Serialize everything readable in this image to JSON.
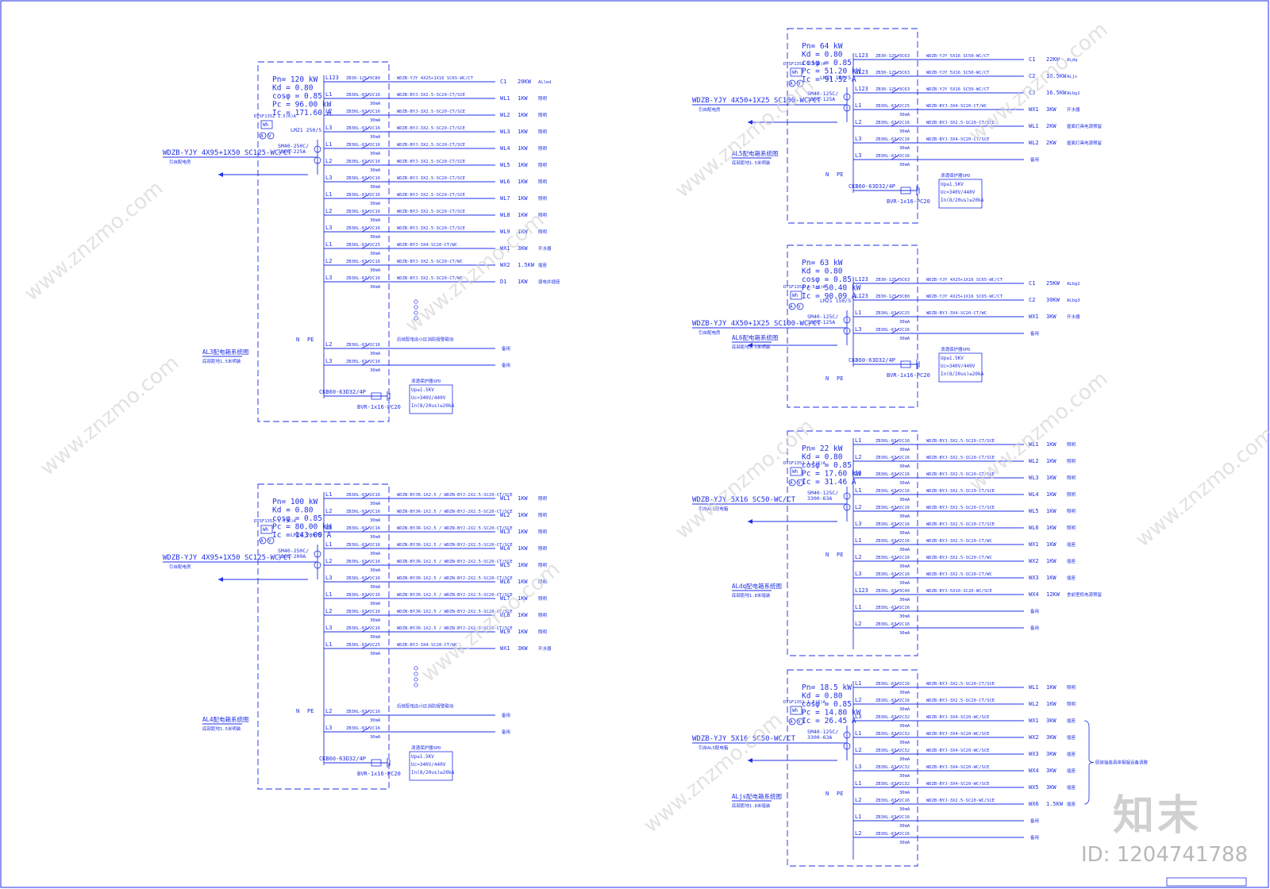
{
  "colors": {
    "line": "#1f2fe6",
    "bg": "#ffffff"
  },
  "watermark": {
    "logo": "知末",
    "id": "ID: 1204741788",
    "site": "www.znzmo.com"
  },
  "panels": [
    {
      "id": "AL3",
      "params": [
        "Pn= 120 kW",
        "Kd = 0.80",
        "cosφ = 0.85",
        "Pc = 96.00 kW",
        "Ic = 171.60 A"
      ],
      "feeder": "WDZB-YJY 4X95+1X50 SC125-WC/CT",
      "feeder_sub": "引自配电房",
      "main_switch": [
        "SM40-250C/",
        "3300-225A"
      ],
      "meter": "DTSF1352 1.5(6)A",
      "ct": "LMZ1 250/5",
      "title": "AL3配电箱系统图",
      "title_sub": "底部距地1.5米明装",
      "note": "后续配电由小区消防报警联动",
      "circuits": [
        {
          "phase": "L123",
          "breaker": "ZB30-125/3C80",
          "rcd": "",
          "cable": "WDZB-YJY 4X25+1X16 SC65-WC/CT",
          "code": "C1",
          "power": "20KW",
          "use": "ALled"
        },
        {
          "phase": "L1",
          "breaker": "ZB30L-63/2C16",
          "rcd": "30mA",
          "cable": "WDZB-BYJ-3X2.5-SC20-CT/SCE",
          "code": "WL1",
          "power": "1KW",
          "use": "照明"
        },
        {
          "phase": "L2",
          "breaker": "ZB30L-63/2C16",
          "rcd": "30mA",
          "cable": "WDZB-BYJ-3X2.5-SC20-CT/SCE",
          "code": "WL2",
          "power": "1KW",
          "use": "照明"
        },
        {
          "phase": "L3",
          "breaker": "ZB30L-63/2C16",
          "rcd": "30mA",
          "cable": "WDZB-BYJ-3X2.5-SC20-CT/SCE",
          "code": "WL3",
          "power": "1KW",
          "use": "照明"
        },
        {
          "phase": "L1",
          "breaker": "ZB30L-63/2C16",
          "rcd": "30mA",
          "cable": "WDZB-BYJ-3X2.5-SC20-CT/SCE",
          "code": "WL4",
          "power": "1KW",
          "use": "照明"
        },
        {
          "phase": "L2",
          "breaker": "ZB30L-63/2C16",
          "rcd": "30mA",
          "cable": "WDZB-BYJ-3X2.5-SC20-CT/SCE",
          "code": "WL5",
          "power": "1KW",
          "use": "照明"
        },
        {
          "phase": "L3",
          "breaker": "ZB30L-63/2C16",
          "rcd": "30mA",
          "cable": "WDZB-BYJ-3X2.5-SC20-CT/SCE",
          "code": "WL6",
          "power": "1KW",
          "use": "照明"
        },
        {
          "phase": "L1",
          "breaker": "ZB30L-63/2C16",
          "rcd": "30mA",
          "cable": "WDZB-BYJ-3X2.5-SC20-CT/SCE",
          "code": "WL7",
          "power": "1KW",
          "use": "照明"
        },
        {
          "phase": "L2",
          "breaker": "ZB30L-63/2C16",
          "rcd": "30mA",
          "cable": "WDZB-BYJ-3X2.5-SC20-CT/SCE",
          "code": "WL8",
          "power": "1KW",
          "use": "照明"
        },
        {
          "phase": "L3",
          "breaker": "ZB30L-63/2C16",
          "rcd": "30mA",
          "cable": "WDZB-BYJ-3X2.5-SC20-CT/SCE",
          "code": "WL9",
          "power": "1KW",
          "use": "照明"
        },
        {
          "phase": "L1",
          "breaker": "ZB30L-63/2C25",
          "rcd": "30mA",
          "cable": "WDZB-BYJ-3X4-SC20-CT/WC",
          "code": "WX1",
          "power": "3KW",
          "use": "开水器"
        },
        {
          "phase": "L2",
          "breaker": "ZB30L-63/2C16",
          "rcd": "30mA",
          "cable": "WDZB-BYJ-3X2.5-SC20-CT/WC",
          "code": "WX2",
          "power": "1.5KW",
          "use": "插座"
        },
        {
          "phase": "L3",
          "breaker": "ZB30L-63/2C16",
          "rcd": "30mA",
          "cable": "WDZB-BYJ-3X2.5-SC20-CT/WC",
          "code": "D1",
          "power": "1KW",
          "use": "弱电井插座"
        }
      ],
      "spares": [
        {
          "phase": "L2",
          "breaker": "ZB30L-63/2C16",
          "rcd": "30mA",
          "use": "备用"
        },
        {
          "phase": "L3",
          "breaker": "ZB30L-63/2C16",
          "rcd": "30mA",
          "use": "备用"
        }
      ],
      "spd": {
        "breaker": "CKB60-63D32/4P",
        "cable": "BVR-1x16-PC20",
        "title": "浪涌保护器SPD",
        "lines": [
          "Up≤1.5KV",
          "Uc=340V/440V",
          "In(8/20us)≥20kA"
        ]
      }
    },
    {
      "id": "AL4",
      "params": [
        "Pn= 100 kW",
        "Kd = 0.80",
        "cosφ = 0.85",
        "Pc = 80.00 kW",
        "Ic = 143.00 A"
      ],
      "feeder": "WDZB-YJY 4X95+1X50 SC125-WC/CT",
      "feeder_sub": "引自配电房",
      "main_switch": [
        "SM40-250C/",
        "3300-200A"
      ],
      "meter": "DTSF1352 1.5(6)A",
      "ct": "LMZ1 200/5",
      "title": "AL4配电箱系统图",
      "title_sub": "底部距地1.5米明装",
      "note": "后续配电由小区消防报警联动",
      "circuits": [
        {
          "phase": "L1",
          "breaker": "ZB30L-63/2C16",
          "rcd": "30mA",
          "cable": "WDZN-BYJR-1X2.5 / WDZN-BYJ-2X2.5-SC20-CT/SCE",
          "code": "WL1",
          "power": "1KW",
          "use": "照明"
        },
        {
          "phase": "L2",
          "breaker": "ZB30L-63/2C16",
          "rcd": "30mA",
          "cable": "WDZN-BYJR-1X2.5 / WDZN-BYJ-2X2.5-SC20-CT/SCE",
          "code": "WL2",
          "power": "1KW",
          "use": "照明"
        },
        {
          "phase": "L3",
          "breaker": "ZB30L-63/2C16",
          "rcd": "30mA",
          "cable": "WDZN-BYJR-1X2.5 / WDZN-BYJ-2X2.5-SC20-CT/SCE",
          "code": "WL3",
          "power": "1KW",
          "use": "照明"
        },
        {
          "phase": "L1",
          "breaker": "ZB30L-63/2C16",
          "rcd": "30mA",
          "cable": "WDZN-BYJR-1X2.5 / WDZN-BYJ-2X2.5-SC20-CT/SCE",
          "code": "WL4",
          "power": "1KW",
          "use": "照明"
        },
        {
          "phase": "L2",
          "breaker": "ZB30L-63/2C16",
          "rcd": "30mA",
          "cable": "WDZN-BYJR-1X2.5 / WDZN-BYJ-2X2.5-SC20-CT/SCE",
          "code": "WL5",
          "power": "1KW",
          "use": "照明"
        },
        {
          "phase": "L3",
          "breaker": "ZB30L-63/2C16",
          "rcd": "30mA",
          "cable": "WDZN-BYJR-1X2.5 / WDZN-BYJ-2X2.5-SC20-CT/SCE",
          "code": "WL6",
          "power": "1KW",
          "use": "照明"
        },
        {
          "phase": "L1",
          "breaker": "ZB30L-63/2C16",
          "rcd": "30mA",
          "cable": "WDZN-BYJR-1X2.5 / WDZN-BYJ-2X2.5-SC20-CT/SCE",
          "code": "WL7",
          "power": "1KW",
          "use": "照明"
        },
        {
          "phase": "L2",
          "breaker": "ZB30L-63/2C16",
          "rcd": "30mA",
          "cable": "WDZN-BYJR-1X2.5 / WDZN-BYJ-2X2.5-SC20-CT/SCE",
          "code": "WL8",
          "power": "1KW",
          "use": "照明"
        },
        {
          "phase": "L3",
          "breaker": "ZB30L-63/2C16",
          "rcd": "30mA",
          "cable": "WDZN-BYJR-1X2.5 / WDZN-BYJ-2X2.5-SC20-CT/SCE",
          "code": "WL9",
          "power": "1KW",
          "use": "照明"
        },
        {
          "phase": "L1",
          "breaker": "ZB30L-63/2C25",
          "rcd": "30mA",
          "cable": "WDZB-BYJ-3X4-SC20-CT/WC",
          "code": "WX1",
          "power": "3KW",
          "use": "开水器"
        }
      ],
      "spares": [
        {
          "phase": "L2",
          "breaker": "ZB30L-63/2C16",
          "rcd": "30mA",
          "use": "备用"
        },
        {
          "phase": "L3",
          "breaker": "ZB30L-63/2C16",
          "rcd": "30mA",
          "use": "备用"
        }
      ],
      "spd": {
        "breaker": "CKB60-63D32/4P",
        "cable": "BVR-1x16-PC20",
        "title": "浪涌保护器SPD",
        "lines": [
          "Up≤1.5KV",
          "Uc=340V/440V",
          "In(8/20us)≥20kA"
        ]
      }
    },
    {
      "id": "AL5",
      "params": [
        "Pn= 64 kW",
        "Kd = 0.80",
        "cosφ = 0.85",
        "Pc = 51.20 kW",
        "Ic = 91.52 A"
      ],
      "feeder": "WDZB-YJY 4X50+1X25 SC100-WC/CT",
      "feeder_sub": "引自配电房",
      "main_switch": [
        "SM40-125C/",
        "3300-125A"
      ],
      "meter": "DTSF1352 1.5(6)A",
      "ct": "LMZ1 150/5",
      "title": "AL5配电箱系统图",
      "title_sub": "底部距地1.5米明装",
      "note": "",
      "circuits": [
        {
          "phase": "L123",
          "breaker": "ZB30-125/3C63",
          "rcd": "",
          "cable": "WDZB-YJY 5X16 SC50-WC/CT",
          "code": "C1",
          "power": "22KW",
          "use": "ALdq"
        },
        {
          "phase": "L123",
          "breaker": "ZB30-125/3C63",
          "rcd": "",
          "cable": "WDZB-YJY 5X16 SC50-WC/CT",
          "code": "C2",
          "power": "18.5KW",
          "use": "ALjs"
        },
        {
          "phase": "L123",
          "breaker": "ZB30-125/3C63",
          "rcd": "",
          "cable": "WDZB-YJY 5X16 SC50-WC/CT",
          "code": "C3",
          "power": "16.5KW",
          "use": "ALbg1"
        },
        {
          "phase": "L1",
          "breaker": "ZB30L-63/2C25",
          "rcd": "30mA",
          "cable": "WDZB-BYJ-3X4-SC20-CT/WC",
          "code": "WX1",
          "power": "3KW",
          "use": "开水器"
        },
        {
          "phase": "L2",
          "breaker": "ZB30L-63/2C16",
          "rcd": "30mA",
          "cable": "WDZB-BYJ-3X2.5-SC20-CT/SCE",
          "code": "WL1",
          "power": "2KW",
          "use": "屋面灯具电源预留"
        },
        {
          "phase": "L3",
          "breaker": "ZB30L-63/2C16",
          "rcd": "30mA",
          "cable": "WDZB-BYJ-3X4-SC20-CT/SCE",
          "code": "WL2",
          "power": "2KW",
          "use": "屋面灯具电源预留"
        }
      ],
      "spares": [
        {
          "phase": "L3",
          "breaker": "ZB30L-63/2C16",
          "rcd": "30mA",
          "use": "备用"
        }
      ],
      "spd": {
        "breaker": "CKB60-63D32/4P",
        "cable": "BVR-1x16-PC20",
        "title": "浪涌保护器SPD",
        "lines": [
          "Up≤1.5KV",
          "Uc=340V/440V",
          "In(8/20us)≥20kA"
        ]
      }
    },
    {
      "id": "AL6",
      "params": [
        "Pn= 63 kW",
        "Kd = 0.80",
        "cosφ = 0.85",
        "Pc = 50.40 kW",
        "Ic = 90.09 A"
      ],
      "feeder": "WDZB-YJY 4X50+1X25 SC100-WC/CT",
      "feeder_sub": "引自配电房",
      "main_switch": [
        "SM40-125C/",
        "3300-125A"
      ],
      "meter": "DTSF1352 1.5(6)A",
      "ct": "LMZ1 150/5",
      "title": "AL6配电箱系统图",
      "title_sub": "底部距地1.5米明装",
      "note": "",
      "circuits": [
        {
          "phase": "L123",
          "breaker": "ZB30-125/3C63",
          "rcd": "",
          "cable": "WDZB-YJY 4X25+1X16 SC65-WC/CT",
          "code": "C1",
          "power": "25KW",
          "use": "ALbg2"
        },
        {
          "phase": "L123",
          "breaker": "ZB30-125/3C80",
          "rcd": "",
          "cable": "WDZB-YJY 4X25+1X16 SC65-WC/CT",
          "code": "C2",
          "power": "30KW",
          "use": "ALbg3"
        },
        {
          "phase": "L1",
          "breaker": "ZB30L-63/2C25",
          "rcd": "30mA",
          "cable": "WDZB-BYJ-3X4-SC20-CT/WC",
          "code": "WX1",
          "power": "3KW",
          "use": "开水器"
        }
      ],
      "spares": [
        {
          "phase": "L3",
          "breaker": "ZB30L-63/2C16",
          "rcd": "30mA",
          "use": "备用"
        }
      ],
      "spd": {
        "breaker": "CKB60-63D32/4P",
        "cable": "BVR-1x16-PC20",
        "title": "浪涌保护器SPD",
        "lines": [
          "Up≤1.5KV",
          "Uc=340V/440V",
          "In(8/20us)≥20kA"
        ]
      }
    },
    {
      "id": "ALdq",
      "params": [
        "Pn= 22 kW",
        "Kd = 0.80",
        "cosφ = 0.85",
        "Pc = 17.60 kW",
        "Ic = 31.46 A"
      ],
      "feeder": "WDZB-YJY 5X16 SC50-WC/CT",
      "feeder_sub": "引自AL5配电箱",
      "main_switch": [
        "SM40-125C/",
        "3300-63A"
      ],
      "meter": "DTSF1352 1.5(6)A",
      "ct": "",
      "title": "ALdq配电箱系统图",
      "title_sub": "底部距地1.8米暗装",
      "note": "",
      "circuits": [
        {
          "phase": "L1",
          "breaker": "ZB30L-63/2C16",
          "rcd": "30mA",
          "cable": "WDZB-BYJ-3X2.5-SC20-CT/SCE",
          "code": "WL1",
          "power": "1KW",
          "use": "照明"
        },
        {
          "phase": "L2",
          "breaker": "ZB30L-63/2C16",
          "rcd": "30mA",
          "cable": "WDZB-BYJ-3X2.5-SC20-CT/SCE",
          "code": "WL2",
          "power": "1KW",
          "use": "照明"
        },
        {
          "phase": "L3",
          "breaker": "ZB30L-63/2C16",
          "rcd": "30mA",
          "cable": "WDZB-BYJ-3X2.5-SC20-CT/SCE",
          "code": "WL3",
          "power": "1KW",
          "use": "照明"
        },
        {
          "phase": "L1",
          "breaker": "ZB30L-63/2C16",
          "rcd": "30mA",
          "cable": "WDZB-BYJ-3X2.5-SC20-CT/SCE",
          "code": "WL4",
          "power": "1KW",
          "use": "照明"
        },
        {
          "phase": "L2",
          "breaker": "ZB30L-63/2C16",
          "rcd": "30mA",
          "cable": "WDZB-BYJ-3X2.5-SC20-CT/SCE",
          "code": "WL5",
          "power": "1KW",
          "use": "照明"
        },
        {
          "phase": "L3",
          "breaker": "ZB30L-63/2C16",
          "rcd": "30mA",
          "cable": "WDZB-BYJ-3X2.5-SC20-CT/SCE",
          "code": "WL6",
          "power": "1KW",
          "use": "照明"
        },
        {
          "phase": "L1",
          "breaker": "ZB30L-63/2C16",
          "rcd": "30mA",
          "cable": "WDZB-BYJ-3X2.5-SC20-CT/WC",
          "code": "WX1",
          "power": "1KW",
          "use": "插座"
        },
        {
          "phase": "L2",
          "breaker": "ZB30L-63/2C16",
          "rcd": "30mA",
          "cable": "WDZB-BYJ-3X2.5-SC20-CT/WC",
          "code": "WX2",
          "power": "1KW",
          "use": "插座"
        },
        {
          "phase": "L3",
          "breaker": "ZB30L-63/2C16",
          "rcd": "30mA",
          "cable": "WDZB-BYJ-3X2.5-SC20-CT/WC",
          "code": "WX3",
          "power": "1KW",
          "use": "插座"
        },
        {
          "phase": "L123",
          "breaker": "ZB30L-63/3C40",
          "rcd": "30mA",
          "cable": "WDZB-BYJ-5X10-SC20-WC/SCE",
          "code": "WX4",
          "power": "12KW",
          "use": "舍前室机电源预留"
        }
      ],
      "spares": [
        {
          "phase": "L1",
          "breaker": "ZB30L-63/2C16",
          "rcd": "30mA",
          "use": "备用"
        },
        {
          "phase": "L2",
          "breaker": "ZB30L-63/2C16",
          "rcd": "30mA",
          "use": "备用"
        }
      ],
      "spd": null
    },
    {
      "id": "ALjs",
      "params": [
        "Pn= 18.5 kW",
        "Kd = 0.80",
        "cosφ = 0.85",
        "Pc = 14.80 kW",
        "Ic = 26.45 A"
      ],
      "feeder": "WDZB-YJY 5X16 SC50-WC/CT",
      "feeder_sub": "引自AL5配电箱",
      "main_switch": [
        "SM40-125C/",
        "3300-63A"
      ],
      "meter": "DTSF1352 1.5(6)A",
      "ct": "",
      "title": "ALjs配电箱系统图",
      "title_sub": "底部距地1.8米暗装",
      "note": "",
      "circuits": [
        {
          "phase": "L1",
          "breaker": "ZB30L-63/2C16",
          "rcd": "30mA",
          "cable": "WDZB-BYJ-3X2.5-SC20-CT/SCE",
          "code": "WL1",
          "power": "1KW",
          "use": "照明"
        },
        {
          "phase": "L2",
          "breaker": "ZB30L-63/2C16",
          "rcd": "30mA",
          "cable": "WDZB-BYJ-3X2.5-SC20-CT/SCE",
          "code": "WL2",
          "power": "1KW",
          "use": "照明"
        },
        {
          "phase": "L3",
          "breaker": "ZB30L-63/2C32",
          "rcd": "30mA",
          "cable": "WDZB-BYJ-3X4-SC20-WC/SCE",
          "code": "WX1",
          "power": "3KW",
          "use": "插座"
        },
        {
          "phase": "L1",
          "breaker": "ZB30L-63/2C32",
          "rcd": "30mA",
          "cable": "WDZB-BYJ-3X4-SC20-WC/SCE",
          "code": "WX2",
          "power": "3KW",
          "use": "插座"
        },
        {
          "phase": "L2",
          "breaker": "ZB30L-63/2C32",
          "rcd": "30mA",
          "cable": "WDZB-BYJ-3X4-SC20-WC/SCE",
          "code": "WX3",
          "power": "3KW",
          "use": "插座"
        },
        {
          "phase": "L3",
          "breaker": "ZB30L-63/2C32",
          "rcd": "30mA",
          "cable": "WDZB-BYJ-3X4-SC20-WC/SCE",
          "code": "WX4",
          "power": "3KW",
          "use": "插座"
        },
        {
          "phase": "L1",
          "breaker": "ZB30L-63/2C32",
          "rcd": "30mA",
          "cable": "WDZB-BYJ-3X4-SC20-WC/SCE",
          "code": "WX5",
          "power": "3KW",
          "use": "插座"
        },
        {
          "phase": "L2",
          "breaker": "ZB30L-63/2C16",
          "rcd": "30mA",
          "cable": "WDZB-BYJ-3X2.5-SC20-WC/SCE",
          "code": "WX6",
          "power": "1.5KW",
          "use": "插座"
        }
      ],
      "spares": [
        {
          "phase": "L1",
          "breaker": "ZB30L-63/2C16",
          "rcd": "30mA",
          "use": "备用"
        },
        {
          "phase": "L2",
          "breaker": "ZB30L-63/2C16",
          "rcd": "30mA",
          "use": "备用"
        }
      ],
      "brace_label": "厨房插座具体根据设备调整",
      "spd": null
    }
  ]
}
